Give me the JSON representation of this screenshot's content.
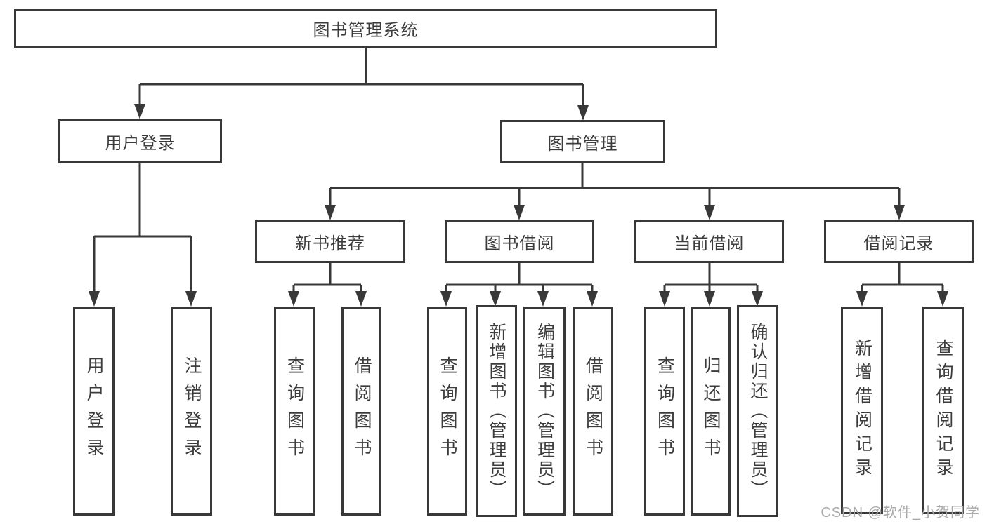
{
  "theme": {
    "line_color": "#383838",
    "text_color": "#3c3c3c",
    "watermark_color": "#a9a9a9",
    "background": "#ffffff"
  },
  "diagram": {
    "root": {
      "label": "图书管理系统"
    },
    "level2": [
      {
        "label": "用户登录"
      },
      {
        "label": "图书管理"
      }
    ],
    "level3": [
      {
        "label": "新书推荐"
      },
      {
        "label": "图书借阅"
      },
      {
        "label": "当前借阅"
      },
      {
        "label": "借阅记录"
      }
    ],
    "leaves": {
      "user_login": [
        "用户登录",
        "注销登录"
      ],
      "new_book": [
        "查询图书",
        "借阅图书"
      ],
      "book_borrow": [
        "查询图书",
        "新增图书（管理员）",
        "编辑图书（管理员）",
        "借阅图书"
      ],
      "current_borrow": [
        "查询图书",
        "归还图书",
        "确认归还（管理员）"
      ],
      "borrow_records": [
        "新增借阅记录",
        "查询借阅记录"
      ]
    }
  },
  "watermark": {
    "text": "CSDN @软件_小贺同学"
  }
}
